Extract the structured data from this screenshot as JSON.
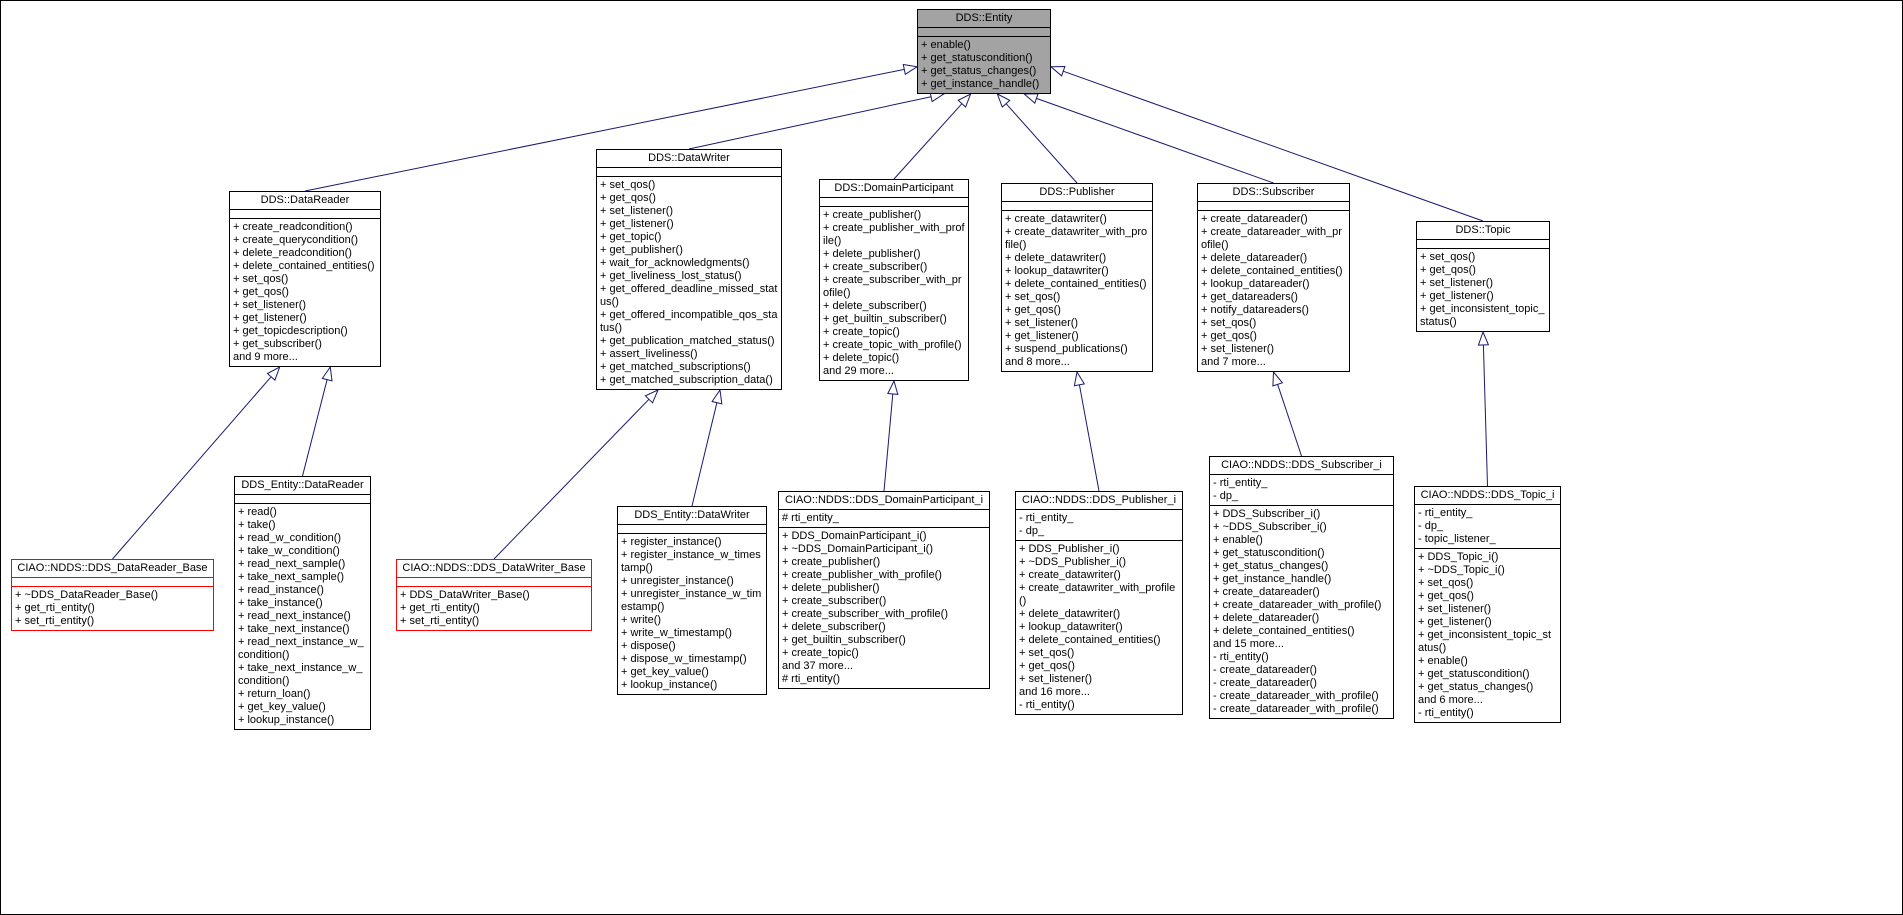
{
  "diagram": {
    "title": "DDS::Entity inheritance diagram",
    "edge_type": "inheritance",
    "colors": {
      "arrow": "#191970",
      "focus_fill": "#a3a3a3",
      "alert_border": "#ff0000",
      "box_border": "#000000",
      "background": "#ffffff"
    },
    "classes": [
      {
        "id": "dds-entity",
        "name": "DDS::Entity",
        "variant": "gray",
        "attributes": [],
        "methods": [
          "+ enable()",
          "+ get_statuscondition()",
          "+ get_status_changes()",
          "+ get_instance_handle()"
        ]
      },
      {
        "id": "dds-datareader",
        "name": "DDS::DataReader",
        "variant": "normal",
        "attributes": [],
        "methods": [
          "+ create_readcondition()",
          "+ create_querycondition()",
          "+ delete_readcondition()",
          "+ delete_contained_entities()",
          "+ set_qos()",
          "+ get_qos()",
          "+ set_listener()",
          "+ get_listener()",
          "+ get_topicdescription()",
          "+ get_subscriber()",
          "and 9 more..."
        ]
      },
      {
        "id": "dds-datawriter",
        "name": "DDS::DataWriter",
        "variant": "normal",
        "attributes": [],
        "methods": [
          "+ set_qos()",
          "+ get_qos()",
          "+ set_listener()",
          "+ get_listener()",
          "+ get_topic()",
          "+ get_publisher()",
          "+ wait_for_acknowledgments()",
          "+ get_liveliness_lost_status()",
          "+ get_offered_deadline_missed_status()",
          "+ get_offered_incompatible_qos_status()",
          "+ get_publication_matched_status()",
          "+ assert_liveliness()",
          "+ get_matched_subscriptions()",
          "+ get_matched_subscription_data()"
        ]
      },
      {
        "id": "dds-domainparticipant",
        "name": "DDS::DomainParticipant",
        "variant": "normal",
        "attributes": [],
        "methods": [
          "+ create_publisher()",
          "+ create_publisher_with_profile()",
          "+ delete_publisher()",
          "+ create_subscriber()",
          "+ create_subscriber_with_profile()",
          "+ delete_subscriber()",
          "+ get_builtin_subscriber()",
          "+ create_topic()",
          "+ create_topic_with_profile()",
          "+ delete_topic()",
          "and 29 more..."
        ]
      },
      {
        "id": "dds-publisher",
        "name": "DDS::Publisher",
        "variant": "normal",
        "attributes": [],
        "methods": [
          "+ create_datawriter()",
          "+ create_datawriter_with_profile()",
          "+ delete_datawriter()",
          "+ lookup_datawriter()",
          "+ delete_contained_entities()",
          "+ set_qos()",
          "+ get_qos()",
          "+ set_listener()",
          "+ get_listener()",
          "+ suspend_publications()",
          "and 8 more..."
        ]
      },
      {
        "id": "dds-subscriber",
        "name": "DDS::Subscriber",
        "variant": "normal",
        "attributes": [],
        "methods": [
          "+ create_datareader()",
          "+ create_datareader_with_profile()",
          "+ delete_datareader()",
          "+ delete_contained_entities()",
          "+ lookup_datareader()",
          "+ get_datareaders()",
          "+ notify_datareaders()",
          "+ set_qos()",
          "+ get_qos()",
          "+ set_listener()",
          "and 7 more..."
        ]
      },
      {
        "id": "dds-topic",
        "name": "DDS::Topic",
        "variant": "normal",
        "attributes": [],
        "methods": [
          "+ set_qos()",
          "+ get_qos()",
          "+ set_listener()",
          "+ get_listener()",
          "+ get_inconsistent_topic_status()"
        ]
      },
      {
        "id": "ddsentity-datareader",
        "name": "DDS_Entity::DataReader",
        "variant": "normal",
        "attributes": [],
        "methods": [
          "+ read()",
          "+ take()",
          "+ read_w_condition()",
          "+ take_w_condition()",
          "+ read_next_sample()",
          "+ take_next_sample()",
          "+ read_instance()",
          "+ take_instance()",
          "+ read_next_instance()",
          "+ take_next_instance()",
          "+ read_next_instance_w_condition()",
          "+ take_next_instance_w_condition()",
          "+ return_loan()",
          "+ get_key_value()",
          "+ lookup_instance()"
        ]
      },
      {
        "id": "ciao-datareader-base",
        "name": "CIAO::NDDS::DDS_DataReader_Base",
        "variant": "red",
        "attributes": [],
        "methods": [
          "+ ~DDS_DataReader_Base()",
          "+ get_rti_entity()",
          "+ set_rti_entity()"
        ]
      },
      {
        "id": "ddsentity-datawriter",
        "name": "DDS_Entity::DataWriter",
        "variant": "normal",
        "attributes": [],
        "methods": [
          "+ register_instance()",
          "+ register_instance_w_timestamp()",
          "+ unregister_instance()",
          "+ unregister_instance_w_timestamp()",
          "+ write()",
          "+ write_w_timestamp()",
          "+ dispose()",
          "+ dispose_w_timestamp()",
          "+ get_key_value()",
          "+ lookup_instance()"
        ]
      },
      {
        "id": "ciao-datawriter-base",
        "name": "CIAO::NDDS::DDS_DataWriter_Base",
        "variant": "red",
        "attributes": [],
        "methods": [
          "+ DDS_DataWriter_Base()",
          "+ get_rti_entity()",
          "+ set_rti_entity()"
        ]
      },
      {
        "id": "ciao-domainparticipant-i",
        "name": "CIAO::NDDS::DDS_DomainParticipant_i",
        "variant": "normal",
        "attributes": [
          "# rti_entity_"
        ],
        "methods": [
          "+ DDS_DomainParticipant_i()",
          "+ ~DDS_DomainParticipant_i()",
          "+ create_publisher()",
          "+ create_publisher_with_profile()",
          "+ delete_publisher()",
          "+ create_subscriber()",
          "+ create_subscriber_with_profile()",
          "+ delete_subscriber()",
          "+ get_builtin_subscriber()",
          "+ create_topic()",
          "and 37 more...",
          "# rti_entity()"
        ]
      },
      {
        "id": "ciao-publisher-i",
        "name": "CIAO::NDDS::DDS_Publisher_i",
        "variant": "normal",
        "attributes": [
          "- rti_entity_",
          "- dp_"
        ],
        "methods": [
          "+ DDS_Publisher_i()",
          "+ ~DDS_Publisher_i()",
          "+ create_datawriter()",
          "+ create_datawriter_with_profile()",
          "+ delete_datawriter()",
          "+ lookup_datawriter()",
          "+ delete_contained_entities()",
          "+ set_qos()",
          "+ get_qos()",
          "+ set_listener()",
          "and 16 more...",
          "- rti_entity()"
        ]
      },
      {
        "id": "ciao-subscriber-i",
        "name": "CIAO::NDDS::DDS_Subscriber_i",
        "variant": "normal",
        "attributes": [
          "- rti_entity_",
          "- dp_"
        ],
        "methods": [
          "+ DDS_Subscriber_i()",
          "+ ~DDS_Subscriber_i()",
          "+ enable()",
          "+ get_statuscondition()",
          "+ get_status_changes()",
          "+ get_instance_handle()",
          "+ create_datareader()",
          "+ create_datareader_with_profile()",
          "+ delete_datareader()",
          "+ delete_contained_entities()",
          "and 15 more...",
          "- rti_entity()",
          "- create_datareader()",
          "- create_datareader()",
          "- create_datareader_with_profile()",
          "- create_datareader_with_profile()"
        ]
      },
      {
        "id": "ciao-topic-i",
        "name": "CIAO::NDDS::DDS_Topic_i",
        "variant": "normal",
        "attributes": [
          "- rti_entity_",
          "- dp_",
          "- topic_listener_"
        ],
        "methods": [
          "+ DDS_Topic_i()",
          "+ ~DDS_Topic_i()",
          "+ set_qos()",
          "+ get_qos()",
          "+ set_listener()",
          "+ get_listener()",
          "+ get_inconsistent_topic_status()",
          "+ enable()",
          "+ get_statuscondition()",
          "+ get_status_changes()",
          "and 6 more...",
          "- rti_entity()"
        ]
      }
    ],
    "edges": [
      {
        "from": "dds-datareader",
        "to": "dds-entity"
      },
      {
        "from": "dds-datawriter",
        "to": "dds-entity"
      },
      {
        "from": "dds-domainparticipant",
        "to": "dds-entity"
      },
      {
        "from": "dds-publisher",
        "to": "dds-entity"
      },
      {
        "from": "dds-subscriber",
        "to": "dds-entity"
      },
      {
        "from": "dds-topic",
        "to": "dds-entity"
      },
      {
        "from": "ciao-datareader-base",
        "to": "dds-datareader"
      },
      {
        "from": "ddsentity-datareader",
        "to": "dds-datareader"
      },
      {
        "from": "ciao-datawriter-base",
        "to": "dds-datawriter"
      },
      {
        "from": "ddsentity-datawriter",
        "to": "dds-datawriter"
      },
      {
        "from": "ciao-domainparticipant-i",
        "to": "dds-domainparticipant"
      },
      {
        "from": "ciao-publisher-i",
        "to": "dds-publisher"
      },
      {
        "from": "ciao-subscriber-i",
        "to": "dds-subscriber"
      },
      {
        "from": "ciao-topic-i",
        "to": "dds-topic"
      }
    ]
  }
}
